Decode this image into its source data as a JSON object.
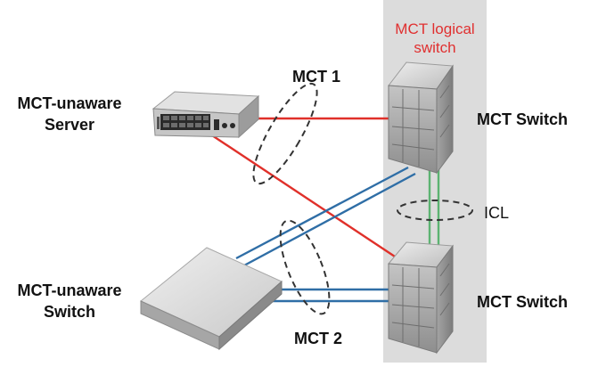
{
  "colors": {
    "panel": "#dcdcdc",
    "red_link": "#e0302a",
    "blue_link": "#2f6ea6",
    "green_link": "#5cb372",
    "label_red": "#e03030"
  },
  "logical_switch": {
    "line1": "MCT logical",
    "line2": "switch"
  },
  "labels": {
    "mct1": "MCT 1",
    "mct2": "MCT 2",
    "icl": "ICL",
    "server_line1": "MCT-unaware",
    "server_line2": "Server",
    "switch_line1": "MCT-unaware",
    "switch_line2": "Switch",
    "mct_switch_top": "MCT Switch",
    "mct_switch_bottom": "MCT Switch"
  }
}
